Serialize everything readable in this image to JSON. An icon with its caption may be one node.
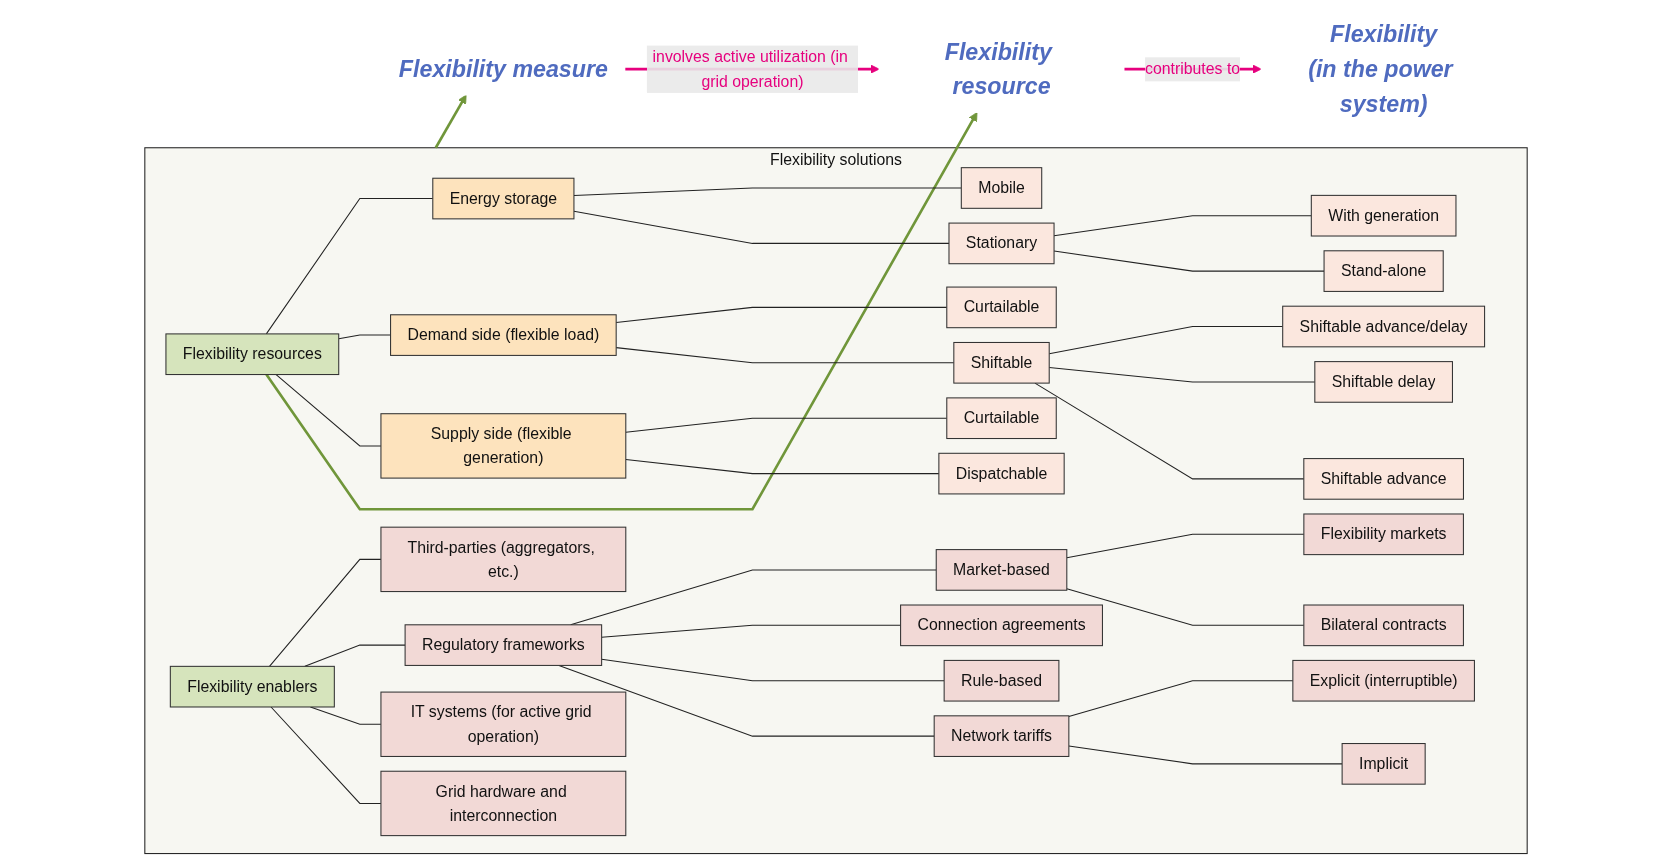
{
  "diagram": {
    "nodes": [
      {
        "text": [
          "Flexibility",
          "(in the power system)"
        ]
      },
      {
        "text": [
          "Flexibility resource"
        ]
      },
      {
        "text": [
          "Flexibility measure"
        ]
      },
      {
        "text": [
          "Flexibility solutions"
        ]
      },
      {
        "text": [
          "Flexibility resources"
        ],
        "in": 3
      },
      {
        "text": [
          "Supply side (flexible generation)"
        ],
        "in": 3
      },
      {
        "text": [
          "Dispatchable"
        ],
        "in": 3
      },
      {
        "text": [
          "Curtailable"
        ],
        "in": 3
      },
      {
        "text": [
          "Demand side (flexible load)"
        ],
        "in": 3
      },
      {
        "text": [
          "Shiftable"
        ],
        "in": 3
      },
      {
        "text": [
          "Shiftable advance"
        ],
        "in": 3
      },
      {
        "text": [
          "Shiftable delay"
        ],
        "in": 3
      },
      {
        "text": [
          "Shiftable advance/delay"
        ],
        "in": 3
      },
      {
        "text": [
          "Curtailable"
        ],
        "in": 3
      },
      {
        "text": [
          "Energy storage"
        ],
        "in": 3
      },
      {
        "text": [
          "Stationary"
        ],
        "in": 3
      },
      {
        "text": [
          "Stand-alone"
        ],
        "in": 3
      },
      {
        "text": [
          "With generation"
        ],
        "in": 3
      },
      {
        "text": [
          "Mobile"
        ],
        "in": 3
      },
      {
        "text": [
          "Flexibility enablers"
        ],
        "in": 3
      },
      {
        "text": [
          "Grid hardware and interconnection"
        ],
        "in": 3
      },
      {
        "text": [
          "IT systems (for active grid operation)"
        ],
        "in": 3
      },
      {
        "text": [
          "Regulatory frameworks"
        ],
        "in": 3
      },
      {
        "text": [
          "Network tariffs"
        ],
        "in": 3
      },
      {
        "text": [
          "Implicit"
        ],
        "in": 3
      },
      {
        "text": [
          "Explicit (interruptible)"
        ],
        "in": 3
      },
      {
        "text": [
          "Rule-based"
        ],
        "in": 3
      },
      {
        "text": [
          "Connection agreements"
        ],
        "in": 3
      },
      {
        "text": [
          "Market-based"
        ],
        "in": 3
      },
      {
        "text": [
          "Bilateral contracts"
        ],
        "in": 3
      },
      {
        "text": [
          "Flexibility markets"
        ],
        "in": 3
      },
      {
        "text": [
          "Third-parties (aggregators, etc.)"
        ],
        "in": 3
      }
    ],
    "edges": [
      {
        "from": 1,
        "to": 0,
        "arrow": "to",
        "label": "contributes to",
        "color": "#e6007e"
      },
      {
        "from": 2,
        "to": 1,
        "arrow": "to",
        "label": "involves active utilization (in grid operation)",
        "color": "#e6007e"
      },
      {
        "from": 4,
        "to": 1,
        "arrow": "to",
        "color": "#70963a"
      },
      {
        "from": 3,
        "to": 2,
        "arrow": "to",
        "color": "#70963a"
      },
      {
        "from": 4,
        "to": 5,
        "arrow": "none"
      },
      {
        "from": 4,
        "to": 8,
        "arrow": "none"
      },
      {
        "from": 4,
        "to": 14,
        "arrow": "none"
      },
      {
        "from": 5,
        "to": 6,
        "arrow": "none"
      },
      {
        "from": 5,
        "to": 7,
        "arrow": "none"
      },
      {
        "from": 8,
        "to": 9,
        "arrow": "none"
      },
      {
        "from": 8,
        "to": 13,
        "arrow": "none"
      },
      {
        "from": 9,
        "to": 10,
        "arrow": "none"
      },
      {
        "from": 9,
        "to": 11,
        "arrow": "none"
      },
      {
        "from": 9,
        "to": 12,
        "arrow": "none"
      },
      {
        "from": 14,
        "to": 15,
        "arrow": "none"
      },
      {
        "from": 14,
        "to": 18,
        "arrow": "none"
      },
      {
        "from": 15,
        "to": 16,
        "arrow": "none"
      },
      {
        "from": 15,
        "to": 17,
        "arrow": "none"
      },
      {
        "from": 19,
        "to": 20,
        "arrow": "none"
      },
      {
        "from": 19,
        "to": 21,
        "arrow": "none"
      },
      {
        "from": 19,
        "to": 22,
        "arrow": "none"
      },
      {
        "from": 19,
        "to": 31,
        "arrow": "none"
      },
      {
        "from": 22,
        "to": 23,
        "arrow": "none"
      },
      {
        "from": 22,
        "to": 26,
        "arrow": "none"
      },
      {
        "from": 22,
        "to": 27,
        "arrow": "none"
      },
      {
        "from": 22,
        "to": 28,
        "arrow": "none"
      },
      {
        "from": 23,
        "to": 24,
        "arrow": "none"
      },
      {
        "from": 23,
        "to": 25,
        "arrow": "none"
      },
      {
        "from": 28,
        "to": 29,
        "arrow": "none"
      },
      {
        "from": 28,
        "to": 30,
        "arrow": "none"
      }
    ]
  }
}
